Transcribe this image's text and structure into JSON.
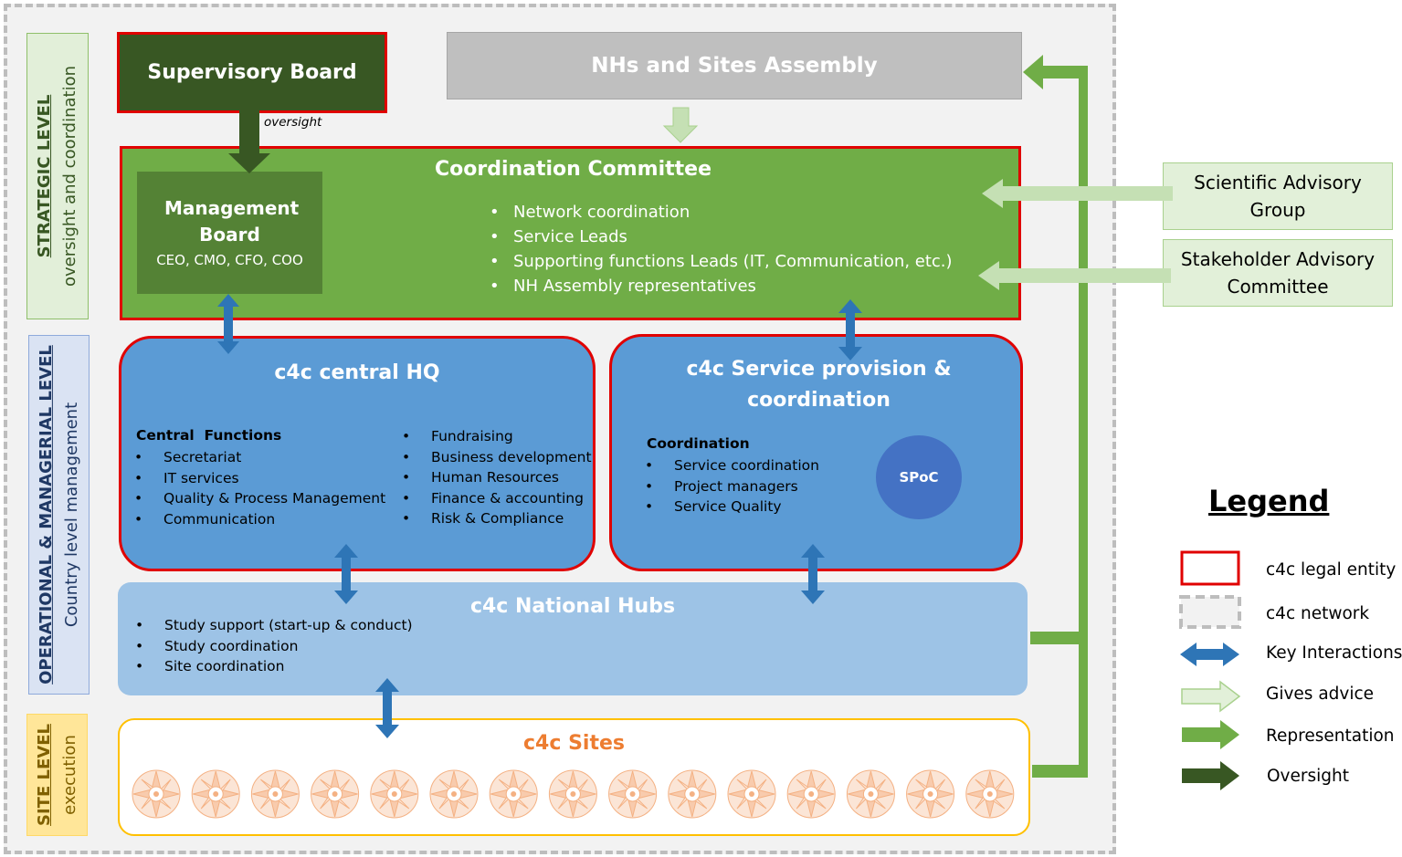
{
  "levels": {
    "strategic": {
      "title": "STRATEGIC LEVEL",
      "subtitle": "oversight and coordination"
    },
    "operational": {
      "title": "OPERATIONAL & MANAGERIAL LEVEL",
      "subtitle": "Country level management"
    },
    "site": {
      "title": "SITE LEVEL",
      "subtitle": "execution"
    }
  },
  "supervisory_board": "Supervisory Board",
  "oversight_label": "oversight",
  "assembly": "NHs and Sites Assembly",
  "coordination_committee": {
    "title": "Coordination Committee",
    "items": [
      "Network coordination",
      "Service Leads",
      "Supporting functions Leads (IT, Communication, etc.)",
      "NH Assembly representatives"
    ]
  },
  "management_board": {
    "title": "Management Board",
    "subtitle": "CEO, CMO, CFO, COO"
  },
  "central_hq": {
    "title": "c4c central HQ",
    "functions_heading": "Central  Functions",
    "functions_left": [
      "Secretariat",
      "IT services",
      "Quality & Process Management",
      "Communication"
    ],
    "functions_right": [
      "Fundraising",
      "Business development",
      "Human Resources",
      "Finance & accounting",
      "Risk & Compliance"
    ]
  },
  "service_provision": {
    "title": "c4c Service provision & coordination",
    "heading": "Coordination",
    "items": [
      "Service coordination",
      "Project managers",
      "Service Quality"
    ],
    "spoc": "SPoC"
  },
  "national_hubs": {
    "title": "c4c National Hubs",
    "items": [
      "Study support (start-up & conduct)",
      "Study coordination",
      "Site coordination"
    ]
  },
  "sites": {
    "title": "c4c Sites",
    "count": 15
  },
  "advisory": {
    "scientific": "Scientific Advisory Group",
    "stakeholder": "Stakeholder Advisory Committee"
  },
  "legend": {
    "title": "Legend",
    "items": [
      {
        "label": "c4c legal entity",
        "icon": "red-box-icon"
      },
      {
        "label": "c4c network",
        "icon": "dashed-box-icon"
      },
      {
        "label": "Key Interactions",
        "icon": "blue-double-arrow-icon"
      },
      {
        "label": "Gives advice",
        "icon": "light-green-arrow-icon"
      },
      {
        "label": "Representation",
        "icon": "green-arrow-icon"
      },
      {
        "label": "Oversight",
        "icon": "dark-green-arrow-icon"
      }
    ]
  },
  "colors": {
    "legal_entity_border": "#e00000",
    "key_interaction": "#2e75b6",
    "advice": "#c5e0b4",
    "representation": "#70ad47",
    "oversight": "#385723"
  }
}
